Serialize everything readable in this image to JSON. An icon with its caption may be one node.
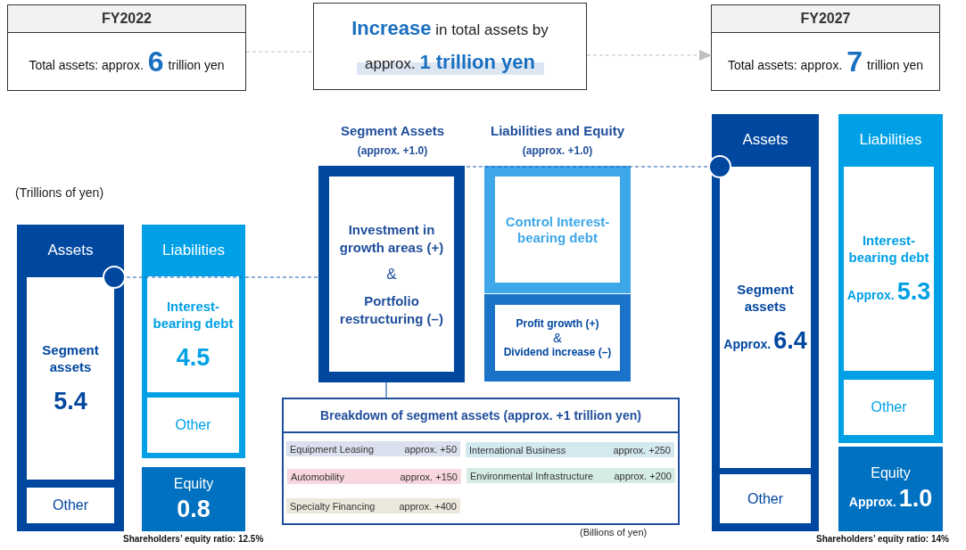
{
  "diagram": {
    "nodes": [
      {
        "text": [
          "FY2022",
          "Total assets: approx.",
          "6",
          "trillion yen"
        ]
      },
      {
        "text": [
          "**Increase** in total assets by approx. **1 trillion yen**"
        ]
      },
      {
        "text": [
          "FY2027",
          "Total assets: approx.",
          "7",
          "trillion yen"
        ]
      },
      {
        "text": [
          "Assets"
        ]
      },
      {
        "text": [
          "Segment assets",
          "5.4"
        ],
        "in": 3
      },
      {
        "text": [
          "Other"
        ],
        "in": 3
      },
      {
        "text": [
          "Liabilities"
        ]
      },
      {
        "text": [
          "Interest-bearing debt",
          "4.5"
        ],
        "in": 6
      },
      {
        "text": [
          "Other"
        ],
        "in": 6
      },
      {
        "text": [
          "Equity",
          "0.8"
        ],
        "beside": [
          "Shareholders’ equity ratio: 12.5%"
        ]
      },
      {
        "text": [
          "Segment Assets",
          "(approx. +1.0)",
          "Investment in growth areas (+)",
          "&",
          "Portfolio restructuring (–)"
        ]
      },
      {
        "text": [
          "Liabilities and Equity",
          "(approx. +1.0)"
        ]
      },
      {
        "text": [
          "Control Interest-bearing debt"
        ],
        "in": 11
      },
      {
        "text": [
          "Profit growth (+)",
          "&",
          "Dividend increase (–)"
        ],
        "in": 11
      },
      {
        "text": [
          "Breakdown of segment assets (approx. +1 trillion yen)"
        ]
      },
      {
        "text": [
          "Equipment Leasing",
          "approx. +50"
        ],
        "in": 14
      },
      {
        "text": [
          "International Business",
          "approx. +250"
        ],
        "in": 14
      },
      {
        "text": [
          "Automobility",
          "approx. +150"
        ],
        "in": 14
      },
      {
        "text": [
          "Environmental Infrastructure",
          "approx. +200"
        ],
        "in": 14
      },
      {
        "text": [
          "Specialty Financing",
          "approx. +400"
        ],
        "in": 14
      },
      {
        "text": [
          "Assets"
        ]
      },
      {
        "text": [
          "Segment assets",
          "Approx.",
          "6.4"
        ],
        "in": 20
      },
      {
        "text": [
          "Other"
        ],
        "in": 20
      },
      {
        "text": [
          "Liabilities"
        ]
      },
      {
        "text": [
          "Interest-bearing debt",
          "Approx.",
          "5.3"
        ],
        "in": 23
      },
      {
        "text": [
          "Other"
        ],
        "in": 23
      },
      {
        "text": [
          "Equity",
          "Approx.",
          "1.0"
        ],
        "beside": [
          "Shareholders’ equity ratio: 14%"
        ]
      }
    ],
    "edges": [
      {
        "from": 0,
        "to": 1,
        "arrow": "none",
        "style": "dashed",
        "color": "#bfbfbf"
      },
      {
        "from": 1,
        "to": 2,
        "arrow": "to",
        "style": "dashed",
        "color": "#bfbfbf"
      },
      {
        "from": 4,
        "to": 10,
        "arrow": "other",
        "style": "dashed"
      },
      {
        "from": 21,
        "to": 10,
        "arrow": "other",
        "style": "dashed"
      },
      {
        "from": 10,
        "to": 14,
        "arrow": "none"
      }
    ],
    "labels": [
      "(Trillions of yen)",
      "(Billions of yen)"
    ]
  }
}
